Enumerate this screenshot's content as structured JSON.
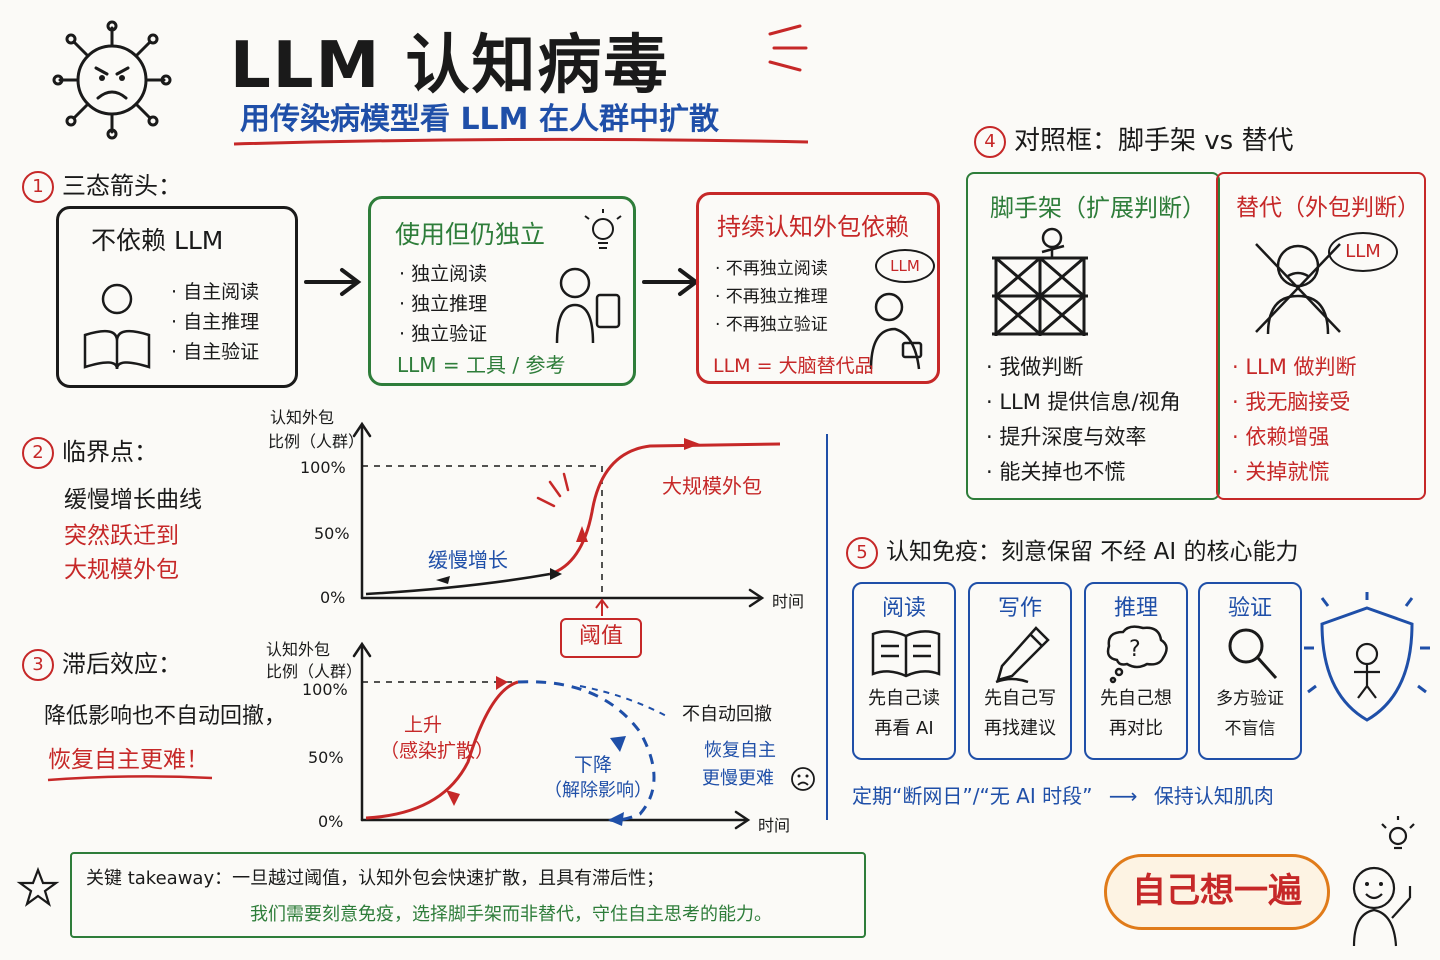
{
  "title": "LLM 认知病毒",
  "subtitle": "用传染病模型看 LLM 在人群中扩散",
  "section1": {
    "num": "1",
    "label": "三态箭头：",
    "states": [
      {
        "title": "不依赖 LLM",
        "items": [
          "自主阅读",
          "自主推理",
          "自主验证"
        ],
        "footer": ""
      },
      {
        "title": "使用但仍独立",
        "items": [
          "独立阅读",
          "独立推理",
          "独立验证"
        ],
        "footer": "LLM = 工具 / 参考"
      },
      {
        "title": "持续认知外包依赖",
        "items": [
          "不再独立阅读",
          "不再独立推理",
          "不再独立验证"
        ],
        "footer": "LLM = 大脑替代品",
        "bubble": "LLM"
      }
    ]
  },
  "section2": {
    "num": "2",
    "label": "临界点：",
    "desc1": "缓慢增长曲线",
    "desc2a": "突然跃迁到",
    "desc2b": "大规模外包",
    "ylabel1": "认知外包",
    "ylabel2": "比例（人群）",
    "xlabel": "时间",
    "ticks": [
      "100%",
      "50%",
      "0%"
    ],
    "slow_label": "缓慢增长",
    "mass_label": "大规模外包",
    "threshold_label": "阈值"
  },
  "section3": {
    "num": "3",
    "label": "滞后效应：",
    "desc1": "降低影响也不自动回撤，",
    "desc2": "恢复自主更难！",
    "ylabel1": "认知外包",
    "ylabel2": "比例（人群）",
    "xlabel": "时间",
    "ticks": [
      "100%",
      "50%",
      "0%"
    ],
    "up_label1": "上升",
    "up_label2": "（感染扩散）",
    "down_label1": "下降",
    "down_label2": "（解除影响）",
    "note1": "不自动回撤",
    "note2a": "恢复自主",
    "note2b": "更慢更难"
  },
  "section4": {
    "num": "4",
    "label": "对照框：脚手架 vs 替代",
    "left": {
      "title": "脚手架（扩展判断）",
      "items": [
        "我做判断",
        "LLM 提供信息/视角",
        "提升深度与效率",
        "能关掉也不慌"
      ]
    },
    "right": {
      "title": "替代（外包判断）",
      "bubble": "LLM",
      "items": [
        "LLM 做判断",
        "我无脑接受",
        "依赖增强",
        "关掉就慌"
      ]
    }
  },
  "section5": {
    "num": "5",
    "label": "认知免疫：刻意保留 不经 AI 的核心能力",
    "skills": [
      {
        "title": "阅读",
        "line1": "先自己读",
        "line2": "再看 AI",
        "icon": "book-icon"
      },
      {
        "title": "写作",
        "line1": "先自己写",
        "line2": "再找建议",
        "icon": "pen-icon"
      },
      {
        "title": "推理",
        "line1": "先自己想",
        "line2": "再对比",
        "icon": "thought-icon"
      },
      {
        "title": "验证",
        "line1": "多方验证",
        "line2": "不盲信",
        "icon": "magnifier-icon"
      }
    ],
    "footer": "定期“断网日”/“无 AI 时段”",
    "footer_result": "保持认知肌肉"
  },
  "takeaway": {
    "line1": "关键 takeaway：一旦越过阈值，认知外包会快速扩散，且具有滞后性；",
    "line2": "我们需要刻意免疫，选择脚手架而非替代，守住自主思考的能力。"
  },
  "think_bubble": "自己想一遍",
  "colors": {
    "red": "#c62828",
    "green": "#2e7d3a",
    "blue": "#1f4fa8",
    "orange": "#e07b1a"
  }
}
